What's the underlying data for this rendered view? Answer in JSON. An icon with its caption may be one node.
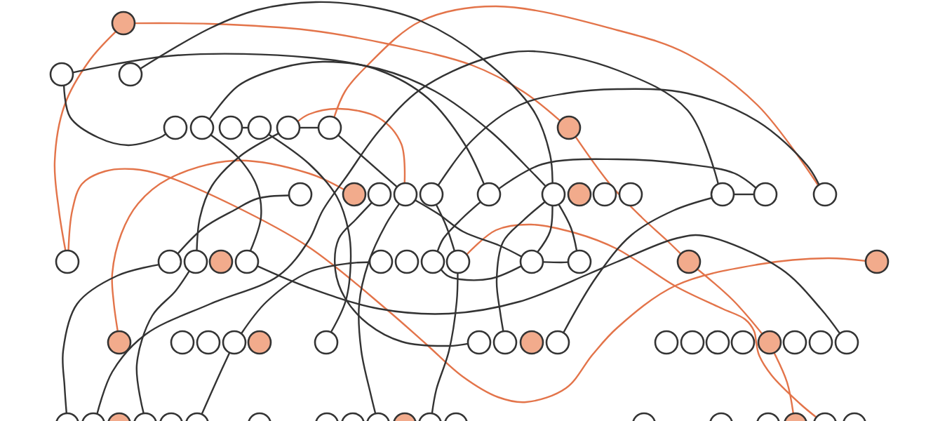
{
  "diagram": {
    "nodes": [
      {
        "text": [],
        "shape": "circle"
      },
      {
        "text": [],
        "shape": "circle"
      },
      {
        "text": [],
        "shape": "circle"
      },
      {
        "text": [],
        "shape": "circle"
      },
      {
        "text": [],
        "shape": "circle"
      },
      {
        "text": [],
        "shape": "circle"
      },
      {
        "text": [],
        "shape": "circle"
      },
      {
        "text": [],
        "shape": "circle"
      },
      {
        "text": [],
        "shape": "circle"
      },
      {
        "text": [],
        "shape": "circle"
      },
      {
        "text": [],
        "shape": "circle"
      },
      {
        "text": [],
        "shape": "circle"
      },
      {
        "text": [],
        "shape": "circle"
      },
      {
        "text": [],
        "shape": "circle"
      },
      {
        "text": [],
        "shape": "circle"
      },
      {
        "text": [],
        "shape": "circle"
      },
      {
        "text": [],
        "shape": "circle"
      },
      {
        "text": [],
        "shape": "circle"
      },
      {
        "text": [],
        "shape": "circle"
      },
      {
        "text": [],
        "shape": "circle"
      },
      {
        "text": [],
        "shape": "circle"
      },
      {
        "text": [],
        "shape": "circle"
      },
      {
        "text": [],
        "shape": "circle"
      },
      {
        "text": [],
        "shape": "circle"
      },
      {
        "text": [],
        "shape": "circle"
      },
      {
        "text": [],
        "shape": "circle"
      },
      {
        "text": [],
        "shape": "circle"
      },
      {
        "text": [],
        "shape": "circle"
      },
      {
        "text": [],
        "shape": "circle"
      },
      {
        "text": [],
        "shape": "circle"
      },
      {
        "text": [],
        "shape": "circle"
      },
      {
        "text": [],
        "shape": "circle"
      },
      {
        "text": [],
        "shape": "circle"
      },
      {
        "text": [],
        "shape": "circle"
      },
      {
        "text": [],
        "shape": "circle"
      },
      {
        "text": [],
        "shape": "circle"
      },
      {
        "text": [],
        "shape": "circle"
      },
      {
        "text": [],
        "shape": "circle"
      },
      {
        "text": [],
        "shape": "circle"
      },
      {
        "text": [],
        "shape": "circle"
      },
      {
        "text": [],
        "shape": "circle"
      },
      {
        "text": [],
        "shape": "circle"
      },
      {
        "text": [],
        "shape": "circle"
      },
      {
        "text": [],
        "shape": "circle"
      },
      {
        "text": [],
        "shape": "circle"
      },
      {
        "text": [],
        "shape": "circle"
      },
      {
        "text": [],
        "shape": "circle"
      },
      {
        "text": [],
        "shape": "circle"
      },
      {
        "text": [],
        "shape": "circle"
      },
      {
        "text": [],
        "shape": "circle"
      },
      {
        "text": [],
        "shape": "circle"
      },
      {
        "text": [],
        "shape": "circle"
      },
      {
        "text": [],
        "shape": "circle"
      },
      {
        "text": [],
        "shape": "circle"
      },
      {
        "text": [],
        "shape": "circle"
      },
      {
        "text": [],
        "shape": "circle"
      },
      {
        "text": [],
        "shape": "circle"
      },
      {
        "text": [],
        "shape": "circle"
      },
      {
        "text": [],
        "shape": "circle"
      },
      {
        "text": [],
        "shape": "circle"
      },
      {
        "text": [],
        "shape": "circle"
      },
      {
        "text": [],
        "shape": "circle"
      },
      {
        "text": [],
        "shape": "circle"
      },
      {
        "text": [],
        "shape": "circle"
      },
      {
        "text": [],
        "shape": "circle"
      },
      {
        "text": [],
        "shape": "circle"
      },
      {
        "text": [],
        "shape": "circle"
      },
      {
        "text": [],
        "shape": "circle"
      },
      {
        "text": [],
        "shape": "circle"
      },
      {
        "text": [],
        "shape": "circle"
      },
      {
        "text": [],
        "shape": "circle"
      },
      {
        "text": [],
        "shape": "circle"
      },
      {
        "text": [],
        "shape": "circle"
      }
    ],
    "edges": [
      {
        "from": 0,
        "to": 9,
        "arrow": "none",
        "color": "#e3744a"
      },
      {
        "from": 0,
        "to": 23,
        "arrow": "none",
        "color": "#e3744a"
      },
      {
        "from": 23,
        "to": 35,
        "arrow": "none",
        "color": "#e3744a"
      },
      {
        "from": 36,
        "to": 11,
        "arrow": "none",
        "color": "#e3744a"
      },
      {
        "from": 7,
        "to": 13,
        "arrow": "none",
        "color": "#e3744a"
      },
      {
        "from": 8,
        "to": 22,
        "arrow": "none",
        "color": "#e3744a"
      },
      {
        "from": 31,
        "to": 71,
        "arrow": "none",
        "color": "#e3744a"
      },
      {
        "from": 9,
        "to": 34,
        "arrow": "none",
        "color": "#e3744a"
      },
      {
        "from": 34,
        "to": 50,
        "arrow": "none",
        "color": "#e3744a"
      },
      {
        "from": 50,
        "to": 70,
        "arrow": "none",
        "color": "#e3744a"
      },
      {
        "from": 1,
        "to": 3,
        "arrow": "none"
      },
      {
        "from": 1,
        "to": 15,
        "arrow": "none"
      },
      {
        "from": 2,
        "to": 16,
        "arrow": "none"
      },
      {
        "from": 4,
        "to": 16,
        "arrow": "none"
      },
      {
        "from": 4,
        "to": 27,
        "arrow": "none"
      },
      {
        "from": 5,
        "to": 6,
        "arrow": "none"
      },
      {
        "from": 6,
        "to": 41,
        "arrow": "none"
      },
      {
        "from": 7,
        "to": 8,
        "arrow": "none"
      },
      {
        "from": 7,
        "to": 25,
        "arrow": "none"
      },
      {
        "from": 8,
        "to": 13,
        "arrow": "none"
      },
      {
        "from": 10,
        "to": 24,
        "arrow": "none"
      },
      {
        "from": 12,
        "to": 42,
        "arrow": "none"
      },
      {
        "from": 13,
        "to": 63,
        "arrow": "none"
      },
      {
        "from": 14,
        "to": 31,
        "arrow": "none"
      },
      {
        "from": 13,
        "to": 32,
        "arrow": "none"
      },
      {
        "from": 14,
        "to": 22,
        "arrow": "none"
      },
      {
        "from": 15,
        "to": 30,
        "arrow": "none"
      },
      {
        "from": 15,
        "to": 21,
        "arrow": "none"
      },
      {
        "from": 16,
        "to": 43,
        "arrow": "none"
      },
      {
        "from": 16,
        "to": 32,
        "arrow": "none"
      },
      {
        "from": 16,
        "to": 33,
        "arrow": "none"
      },
      {
        "from": 20,
        "to": 21,
        "arrow": "none"
      },
      {
        "from": 20,
        "to": 45,
        "arrow": "none"
      },
      {
        "from": 20,
        "to": 55,
        "arrow": "none"
      },
      {
        "from": 24,
        "to": 54,
        "arrow": "none"
      },
      {
        "from": 25,
        "to": 57,
        "arrow": "none"
      },
      {
        "from": 27,
        "to": 53,
        "arrow": "none"
      },
      {
        "from": 39,
        "to": 28,
        "arrow": "none"
      },
      {
        "from": 39,
        "to": 59,
        "arrow": "none"
      },
      {
        "from": 30,
        "to": 32,
        "arrow": "none"
      },
      {
        "from": 31,
        "to": 65,
        "arrow": "none"
      },
      {
        "from": 32,
        "to": 33,
        "arrow": "none"
      }
    ]
  }
}
